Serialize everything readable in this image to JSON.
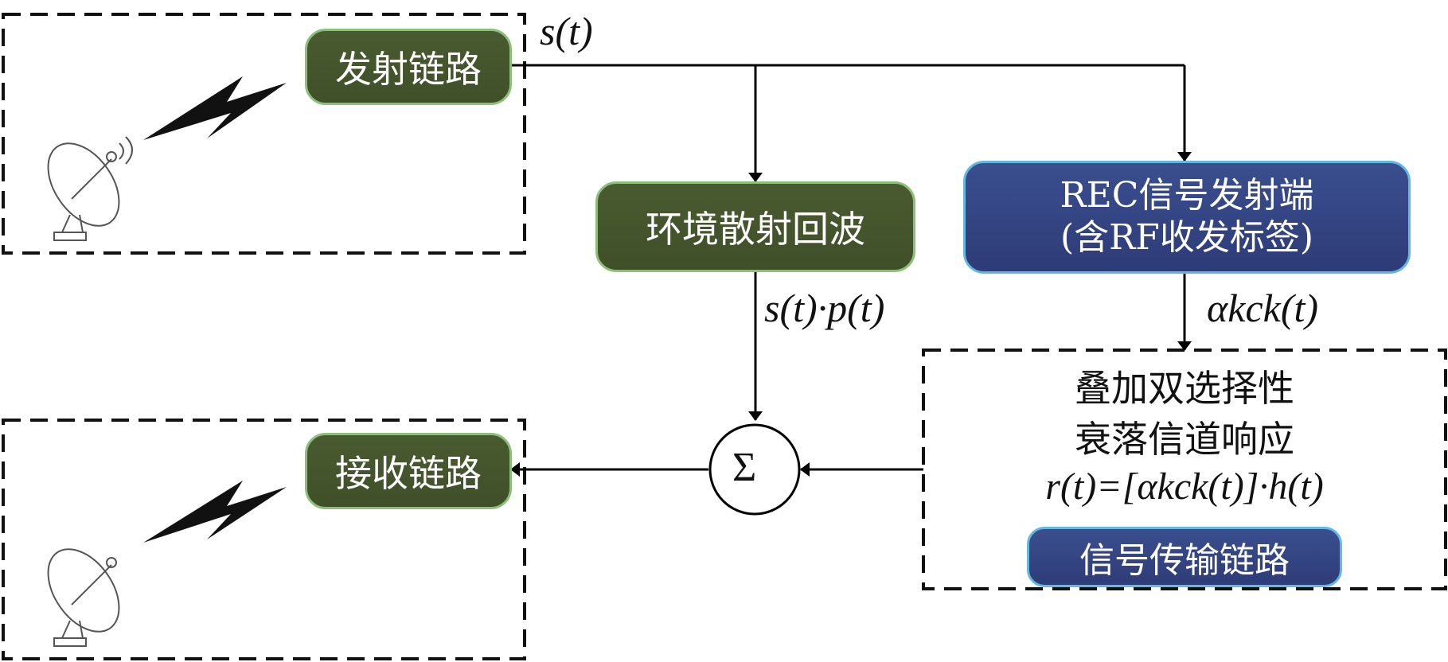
{
  "nodes": {
    "tx_chain": "发射链路",
    "rx_chain": "接收链路",
    "env_scatter": "环境散射回波",
    "rec_tx_line1": "REC信号发射端",
    "rec_tx_line2": "(含RF收发标签)",
    "channel_line1": "叠加双选择性",
    "channel_line2": "衰落信道响应",
    "channel_formula": "r(t)=[αkck(t)]·h(t)",
    "signal_link": "信号传输链路",
    "sum_symbol": "Σ"
  },
  "labels": {
    "s_t": "s(t)",
    "s_p": "s(t)·p(t)",
    "alpha_c": "αkck(t)"
  },
  "colors": {
    "green": "#3f4f28",
    "blue": "#2e3c78"
  }
}
